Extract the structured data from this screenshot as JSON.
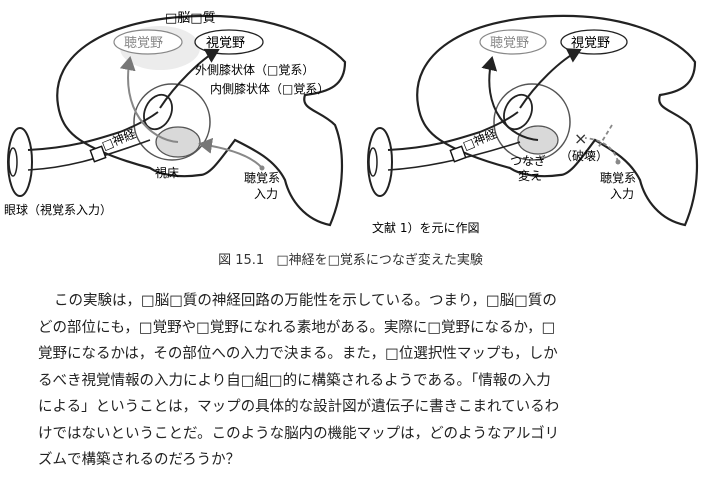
{
  "figure": {
    "left_labels": {
      "title": "□脳□質",
      "auditory_area": "聴覚野",
      "visual_area": "視覚野",
      "lgn": "外側膝状体（□覚系）",
      "mgn": "内側膝状体（□覚系）",
      "nerve": "□神経",
      "thalamus": "視床",
      "auditory_input": [
        "聴覚系",
        "入力"
      ],
      "eyeball": "眼球（視覚系入力）"
    },
    "right_labels": {
      "auditory_area": "聴覚野",
      "visual_area": "視覚野",
      "nerve": "□神経",
      "rewire": [
        "つなぎ",
        "変え"
      ],
      "destroy": "（破壊）",
      "auditory_input": [
        "聴覚系",
        "入力"
      ],
      "source": "文献 1）を元に作図"
    }
  },
  "caption": {
    "number": "図 15.1",
    "text": "□神経を□覚系につなぎ変えた実験"
  },
  "paragraph": [
    "この実験は，□脳□質の神経回路の万能性を示している。つまり，□脳□質の",
    "どの部位にも，□覚野や□覚野になれる素地がある。実際に□覚野になるか，□",
    "覚野になるかは，その部位への入力で決まる。また，□位選択性マップも，しか",
    "るべき視覚情報の入力により自□組□的に構築されるようである。「情報の入力",
    "による」ということは，マップの具体的な設計図が遺伝子に書きこまれているわ",
    "けではないということだ。このような脳内の機能マップは，どのようなアルゴリ",
    "ズムで構築されるのだろうか？"
  ]
}
